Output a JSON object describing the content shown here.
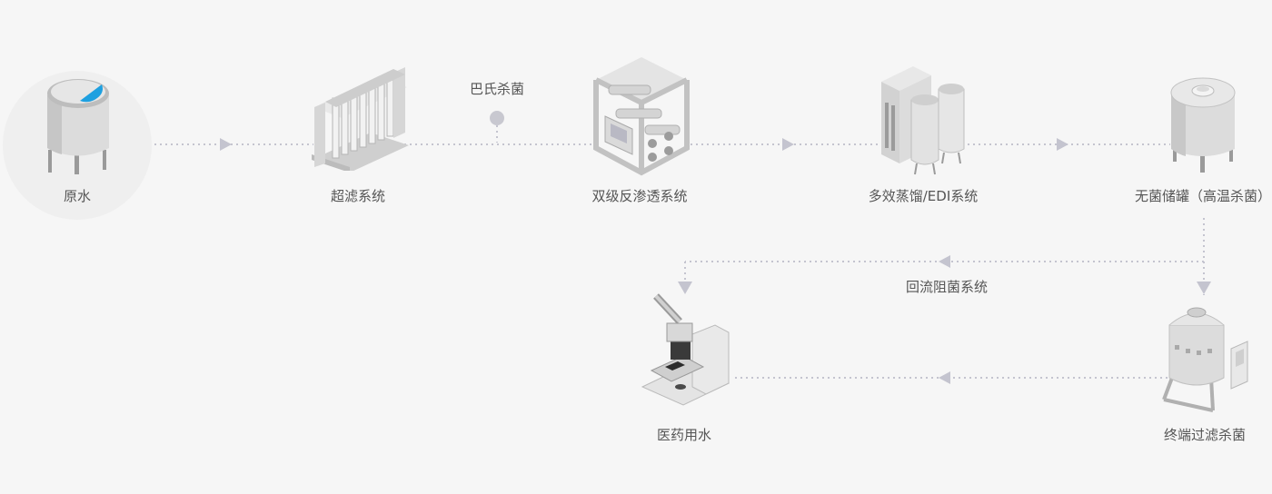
{
  "nodes": {
    "raw_water": "原水",
    "ultrafiltration": "超滤系统",
    "pasteurization": "巴氏杀菌",
    "double_ro": "双级反渗透系统",
    "distillation_edi": "多效蒸馏/EDI系统",
    "sterile_tank": "无菌储罐（高温杀菌）",
    "return_loop": "回流阻菌系统",
    "terminal_filter": "终端过滤杀菌",
    "pharma_water": "医药用水"
  },
  "colors": {
    "background": "#f6f6f6",
    "line": "#c4c4cf",
    "arrow": "#c4c4cf",
    "water": "#1ea0e0",
    "metal_light": "#f0f0f0",
    "metal_mid": "#d8d8d8",
    "metal_dark": "#a8a8a8"
  }
}
